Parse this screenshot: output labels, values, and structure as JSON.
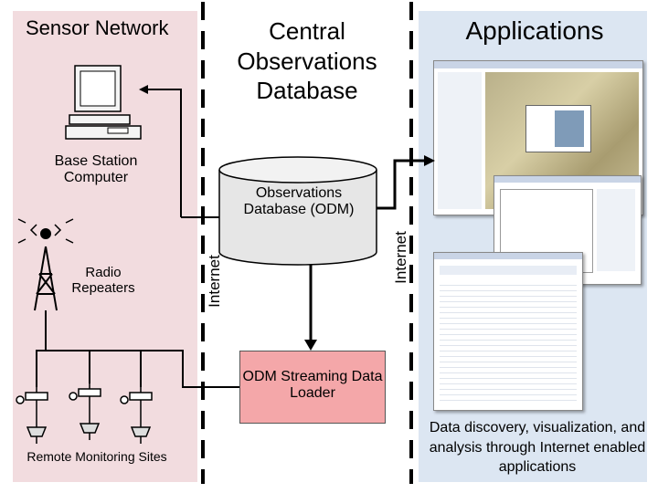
{
  "titles": {
    "sensor_network": "Sensor Network",
    "central_database": "Central Observations Database",
    "applications": "Applications"
  },
  "labels": {
    "base_station": "Base Station Computer",
    "radio_repeaters": "Radio Repeaters",
    "remote_sites": "Remote Monitoring Sites",
    "database": "Observations Database (ODM)",
    "loader": "ODM Streaming Data Loader",
    "internet_left": "Internet",
    "internet_right": "Internet",
    "discovery": "Data discovery, visualization, and analysis through Internet enabled applications"
  },
  "colors": {
    "sensor_panel": "#f2dcdf",
    "applications_panel": "#dce6f2",
    "loader_box": "#f4a7a9",
    "database_cylinder": "#e6e6e6"
  },
  "icons": [
    "computer-icon",
    "radio-tower-icon",
    "weather-station-icon",
    "database-cylinder-icon",
    "app-screenshot"
  ]
}
